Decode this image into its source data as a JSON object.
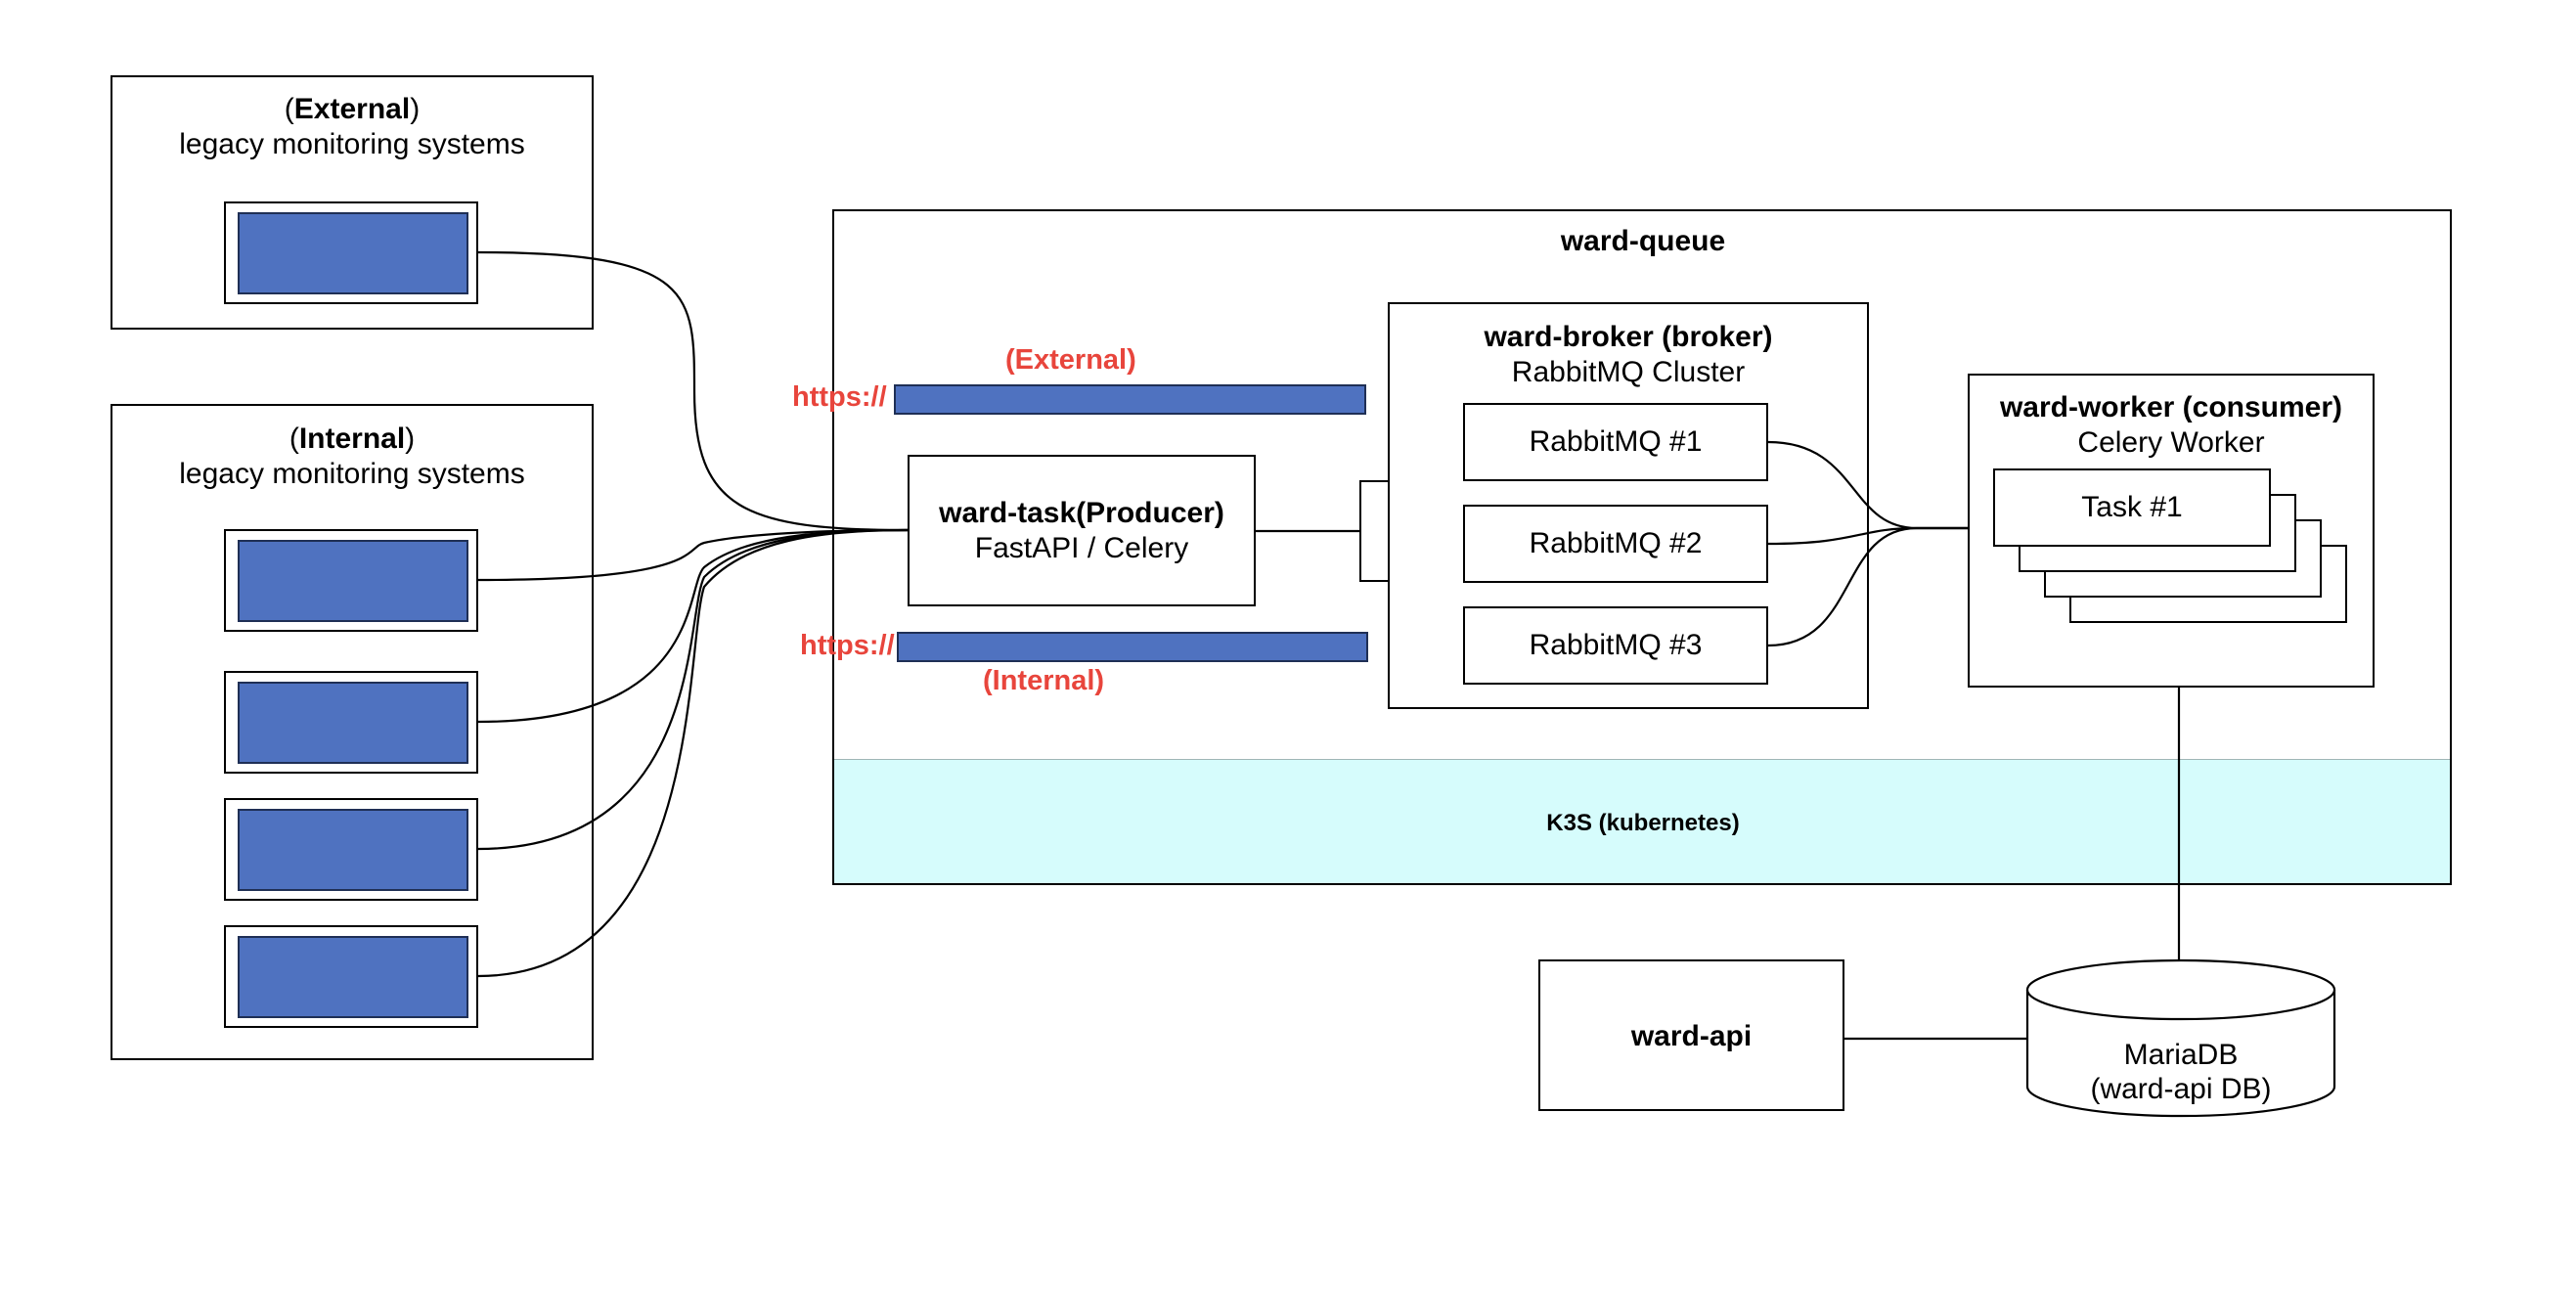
{
  "external_group": {
    "title_paren_open": "(",
    "title_bold": "External",
    "title_paren_close": ")",
    "subtitle": "legacy monitoring systems"
  },
  "internal_group": {
    "title_paren_open": "(",
    "title_bold": "Internal",
    "title_paren_close": ")",
    "subtitle": "legacy monitoring systems"
  },
  "ward_queue": {
    "title": "ward-queue"
  },
  "k3s": {
    "label": "K3S (kubernetes)"
  },
  "channels": {
    "external": {
      "protocol": "https://",
      "label": "(External)"
    },
    "internal": {
      "protocol": "https://",
      "label": "(Internal)"
    }
  },
  "ward_task": {
    "title": "ward-task(Producer)",
    "subtitle": "FastAPI / Celery"
  },
  "ward_broker": {
    "title": "ward-broker (broker)",
    "subtitle": "RabbitMQ Cluster",
    "nodes": [
      "RabbitMQ #1",
      "RabbitMQ #2",
      "RabbitMQ #3"
    ]
  },
  "ward_worker": {
    "title": "ward-worker (consumer)",
    "subtitle": "Celery Worker",
    "task": "Task #1"
  },
  "ward_api": {
    "title": "ward-api"
  },
  "database": {
    "line1": "MariaDB",
    "line2": "(ward-api DB)"
  },
  "colors": {
    "node_fill": "#4f72c0",
    "protocol_red": "#e8453c",
    "k3s_fill": "#d6fcfc"
  }
}
